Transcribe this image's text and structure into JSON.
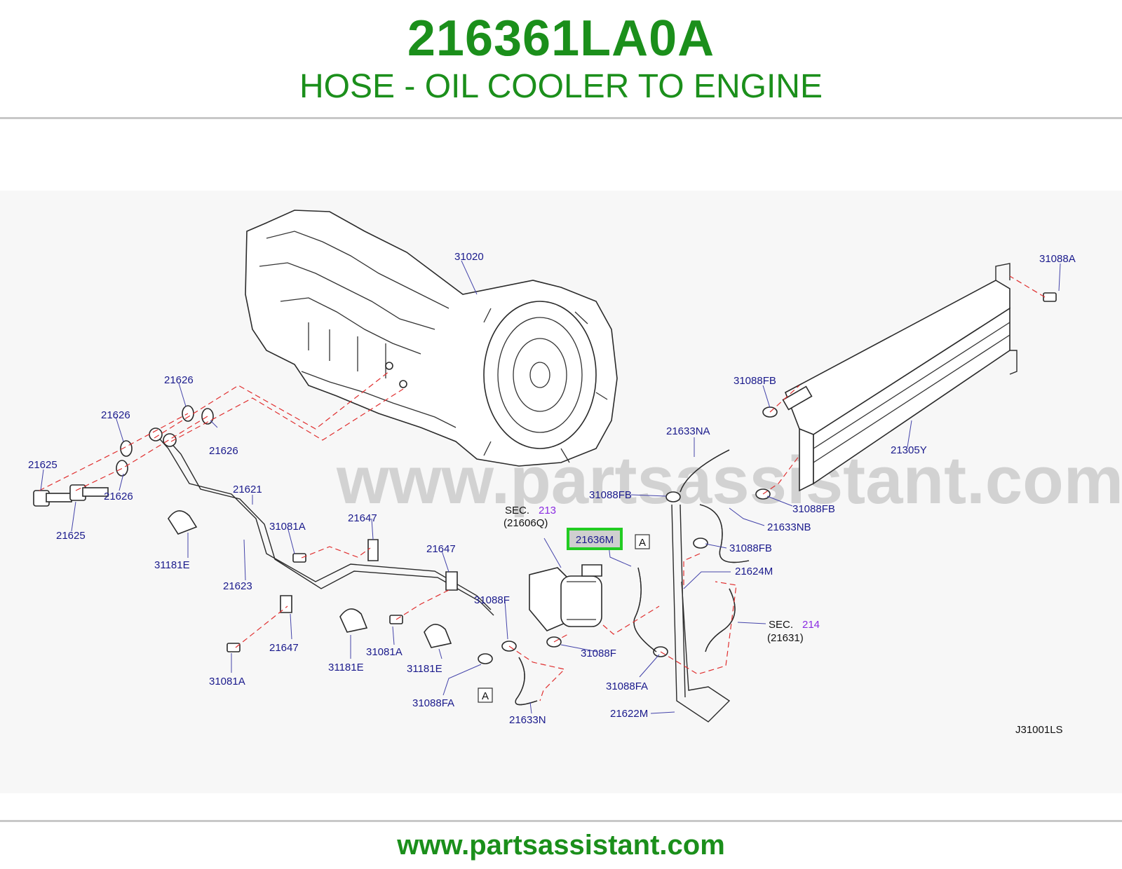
{
  "header": {
    "part_number": "216361LA0A",
    "part_name": "HOSE - OIL COOLER TO ENGINE"
  },
  "watermark": "www.partsassistant.com",
  "footer": {
    "url": "www.partsassistant.com"
  },
  "diagram": {
    "code": "J31001LS",
    "highlighted_part": "21636M",
    "labels": {
      "l31020": "31020",
      "l31088A": "31088A",
      "l21626a": "21626",
      "l21626b": "21626",
      "l21626c": "21626",
      "l21626d": "21626",
      "l21625a": "21625",
      "l21625b": "21625",
      "l21621": "21621",
      "l21623": "21623",
      "l31181Ea": "31181E",
      "l31081Aa": "31081A",
      "l21647a": "21647",
      "l21647b": "21647",
      "l21647c": "21647",
      "l31081Ab": "31081A",
      "l31081Ac": "31081A",
      "l31181Eb": "31181E",
      "l31181Ec": "31181E",
      "l31088F1": "31088F",
      "l31088F2": "31088F",
      "l31088FAa": "31088FA",
      "l31088FAb": "31088FA",
      "l21633N": "21633N",
      "l21633NA": "21633NA",
      "l21633NB": "21633NB",
      "l31088FBa": "31088FB",
      "l31088FBb": "31088FB",
      "l31088FBc": "31088FB",
      "l31088FBd": "31088FB",
      "l21305Y": "21305Y",
      "l21624M": "21624M",
      "l21622M": "21622M",
      "sec213_prefix": "SEC.",
      "sec213_num": "213",
      "sec213_ref": "(21606Q)",
      "sec214_prefix": "SEC.",
      "sec214_num": "214",
      "sec214_ref": "(21631)",
      "markA1": "A",
      "markA2": "A"
    }
  },
  "colors": {
    "brand_green": "#1b8f1b",
    "label_blue": "#1a1a8c",
    "section_purple": "#8a2be2",
    "dash_red": "#e03030",
    "highlight_green": "#22cc22"
  }
}
